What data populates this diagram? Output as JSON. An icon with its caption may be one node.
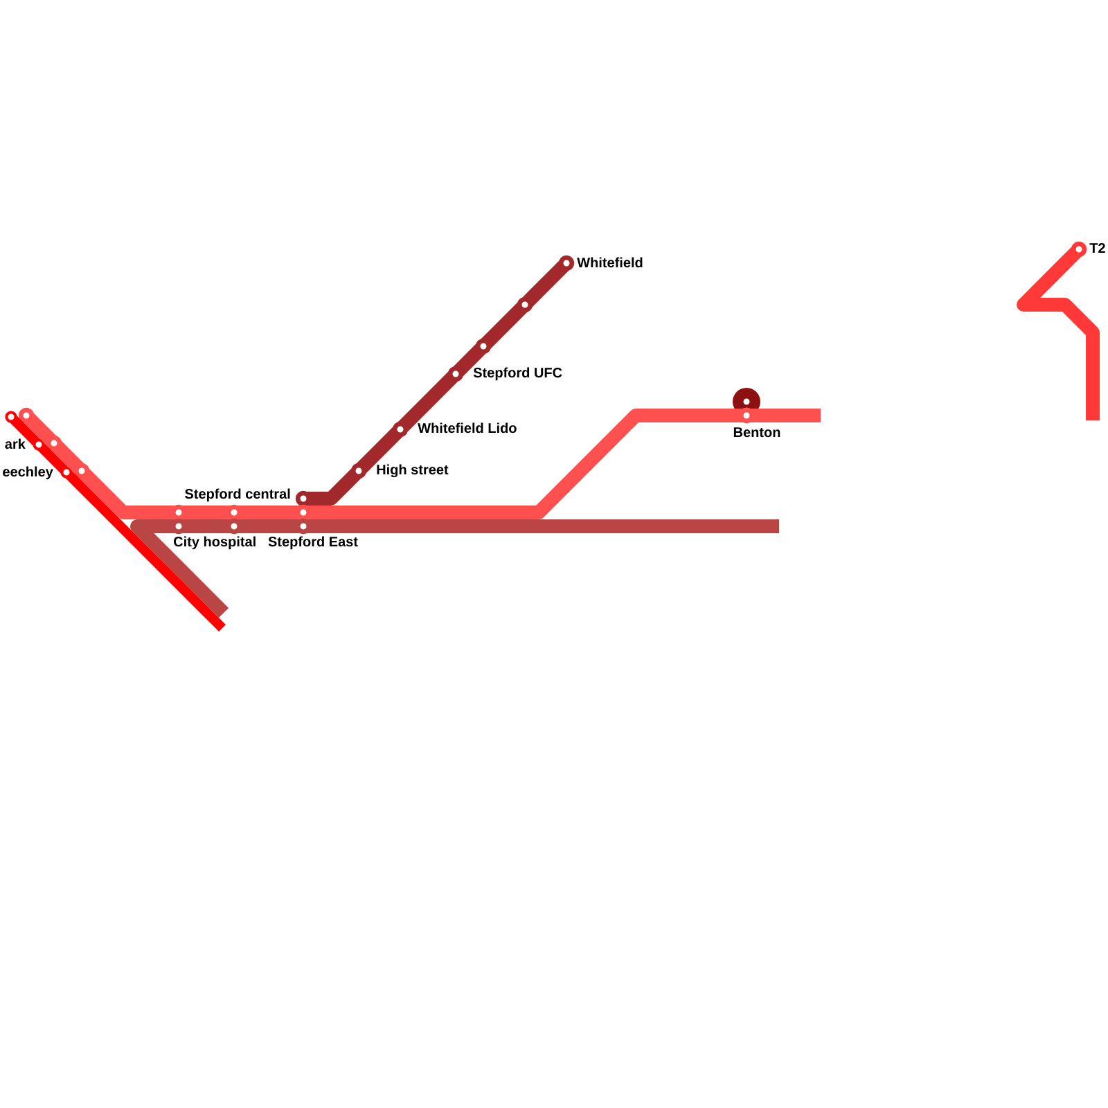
{
  "diagram": {
    "nodes": [
      {
        "text": [],
        "shape": "circle",
        "beside": [
          "T2"
        ]
      },
      {
        "text": [],
        "shape": "circle",
        "beside": [
          "Whitefield"
        ]
      },
      {
        "text": [],
        "shape": "circle"
      },
      {
        "text": [],
        "shape": "circle"
      },
      {
        "text": [],
        "shape": "circle",
        "beside": [
          "Stepford UFC"
        ]
      },
      {
        "text": [],
        "shape": "circle"
      },
      {
        "text": [],
        "shape": "circle"
      },
      {
        "text": [],
        "shape": "circle"
      },
      {
        "text": [],
        "shape": "circle",
        "beside": [
          "Benton"
        ]
      },
      {
        "text": [],
        "shape": "circle",
        "beside": [
          "Whitefield Lido"
        ]
      },
      {
        "text": [],
        "shape": "circle",
        "beside": [
          "ark"
        ]
      },
      {
        "text": [],
        "shape": "circle"
      },
      {
        "text": [],
        "shape": "circle",
        "beside": [
          "eechley"
        ]
      },
      {
        "text": [],
        "shape": "circle"
      },
      {
        "text": [],
        "shape": "circle",
        "beside": [
          "High street"
        ]
      },
      {
        "text": [],
        "shape": "circle",
        "beside": [
          "Stepford central"
        ]
      },
      {
        "text": [],
        "shape": "circle"
      },
      {
        "text": [],
        "shape": "circle"
      },
      {
        "text": [],
        "shape": "circle"
      },
      {
        "text": [],
        "shape": "circle",
        "beside": [
          "City hospital"
        ]
      },
      {
        "text": [],
        "shape": "circle"
      },
      {
        "text": [],
        "shape": "circle",
        "beside": [
          "Stepford East"
        ]
      }
    ],
    "edges": [
      {
        "from": 7,
        "to": 11,
        "arrow": "none"
      },
      {
        "from": 11,
        "to": 13,
        "arrow": "none"
      },
      {
        "from": 13,
        "to": 16,
        "arrow": "none"
      },
      {
        "from": 16,
        "to": 17,
        "arrow": "none"
      },
      {
        "from": 17,
        "to": 18,
        "arrow": "none"
      },
      {
        "from": 18,
        "to": 8,
        "arrow": "none"
      },
      {
        "from": 8,
        "to": null,
        "arrow": "none"
      },
      {
        "from": null,
        "to": 19,
        "arrow": "none",
        "color": "#b94545"
      },
      {
        "from": 19,
        "to": 20,
        "arrow": "none",
        "color": "#b94545"
      },
      {
        "from": 20,
        "to": 21,
        "arrow": "none",
        "color": "#b94545"
      },
      {
        "from": 21,
        "to": null,
        "arrow": "none",
        "color": "#b94545"
      },
      {
        "from": 15,
        "to": 14,
        "arrow": "none",
        "color": "#a2292b"
      },
      {
        "from": 14,
        "to": 9,
        "arrow": "none",
        "color": "#a2292b"
      },
      {
        "from": 9,
        "to": 4,
        "arrow": "none",
        "color": "#a2292b"
      },
      {
        "from": 4,
        "to": 3,
        "arrow": "none",
        "color": "#a2292b"
      },
      {
        "from": 3,
        "to": 2,
        "arrow": "none",
        "color": "#a2292b"
      },
      {
        "from": 2,
        "to": 1,
        "arrow": "none",
        "color": "#a2292b"
      },
      {
        "from": 0,
        "to": null,
        "arrow": "none",
        "color": "#ff3838"
      },
      {
        "from": 6,
        "to": 10,
        "arrow": "none",
        "color": "#ff0000"
      },
      {
        "from": 10,
        "to": 12,
        "arrow": "none",
        "color": "#ff0000"
      },
      {
        "from": 12,
        "to": null,
        "arrow": "none",
        "color": "#ff0000"
      }
    ]
  }
}
